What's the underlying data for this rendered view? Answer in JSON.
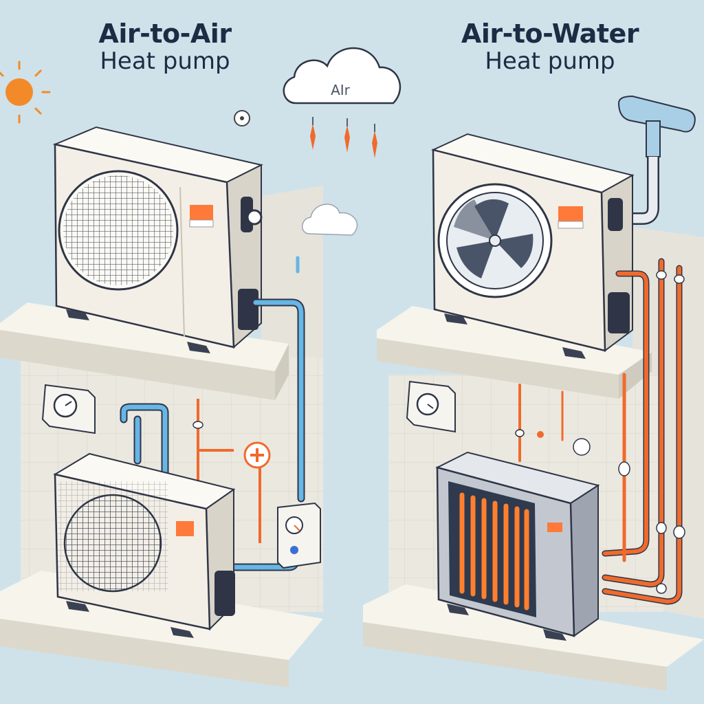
{
  "titles": {
    "left": {
      "line1": "Air-to-Air",
      "line2": "Heat pump"
    },
    "right": {
      "line1": "Air-to-Water",
      "line2": "Heat pump"
    }
  },
  "cloud_label": "AIr",
  "colors": {
    "background": "#cfe2ea",
    "title": "#1d2c45",
    "unit_body": "#f3efe6",
    "wall": "#ebe8e0",
    "hot_pipe": "#f06a2c",
    "cold_pipe": "#67b6e6",
    "sun": "#f28a2a",
    "fan_dark": "#4a5468",
    "heat_exchanger": "#ff7f2f"
  },
  "icons": [
    "sun-icon",
    "cloud-icon",
    "thermometer-icon",
    "plus-icon"
  ]
}
